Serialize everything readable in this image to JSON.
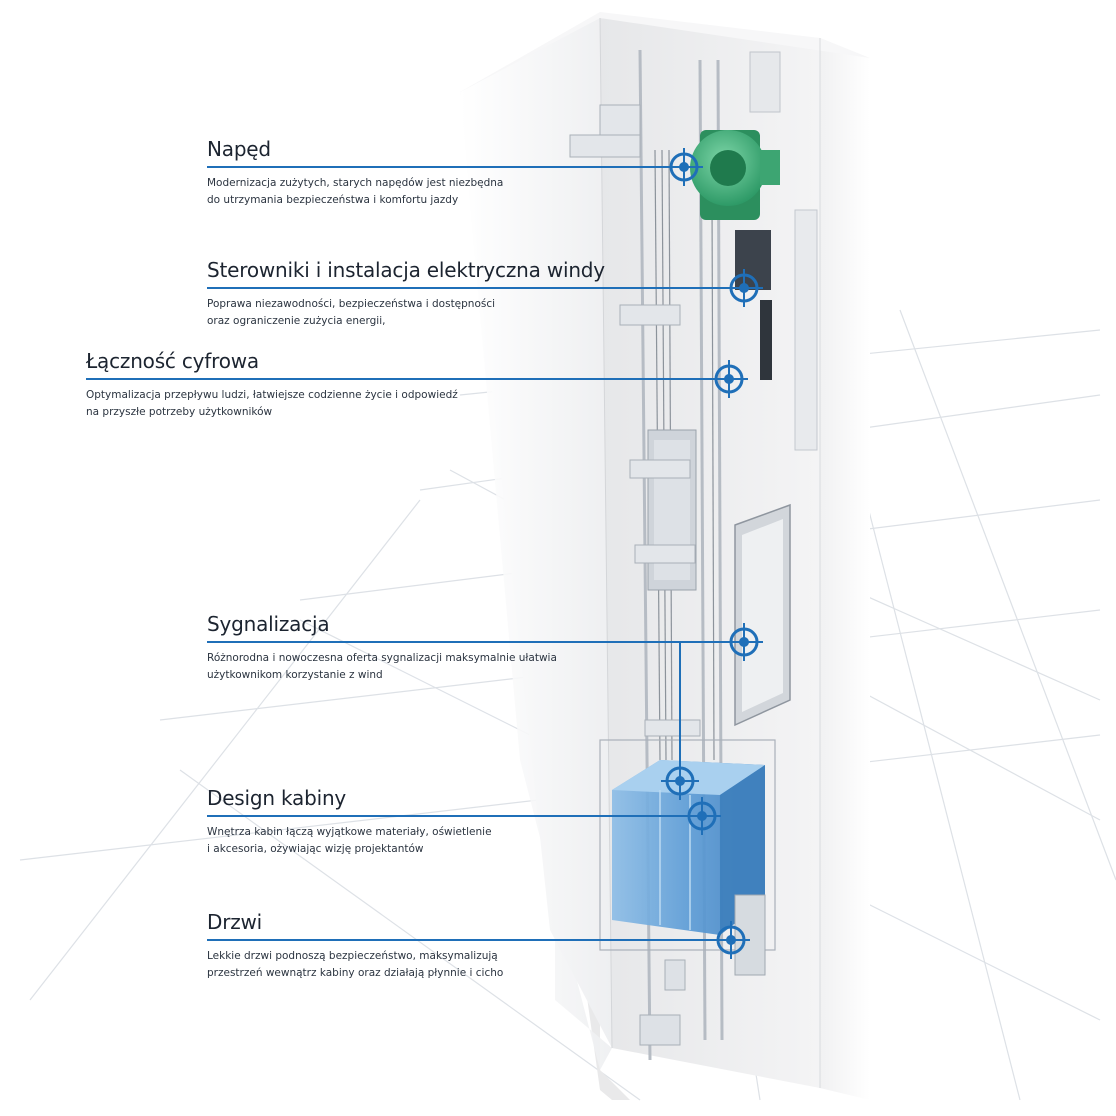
{
  "colors": {
    "accent": "#1f6fb8",
    "machine": "#3cae7a",
    "cabin": "#6ea9dc",
    "shaft_wall": "#f2f2f3",
    "grid_line": "#dde1e6"
  },
  "callouts": [
    {
      "id": "naped",
      "title": "Napęd",
      "lines": [
        "Modernizacja zużytych, starych napędów jest niezbędna",
        "do utrzymania bezpieczeństwa i komfortu jazdy"
      ]
    },
    {
      "id": "sterowniki",
      "title": "Sterowniki i instalacja elektryczna windy",
      "lines": [
        "Poprawa niezawodności, bezpieczeństwa i dostępności",
        "oraz ograniczenie zużycia energii,"
      ]
    },
    {
      "id": "lacznosc",
      "title": "Łączność cyfrowa",
      "lines": [
        "Optymalizacja przepływu ludzi, łatwiejsze codzienne życie i odpowiedź",
        "na przyszłe potrzeby użytkowników"
      ]
    },
    {
      "id": "sygnalizacja",
      "title": "Sygnalizacja",
      "lines": [
        "Różnorodna i nowoczesna oferta sygnalizacji maksymalnie ułatwia",
        "użytkownikom korzystanie z wind"
      ]
    },
    {
      "id": "design",
      "title": "Design kabiny",
      "lines": [
        "Wnętrza kabin łączą wyjątkowe materiały, oświetlenie",
        "i akcesoria, ożywiając wizję projektantów"
      ]
    },
    {
      "id": "drzwi",
      "title": "Drzwi",
      "lines": [
        "Lekkie drzwi podnoszą bezpieczeństwo, maksymalizują",
        "przestrzeń wewnątrz kabiny oraz działają płynnie i cicho"
      ]
    }
  ]
}
